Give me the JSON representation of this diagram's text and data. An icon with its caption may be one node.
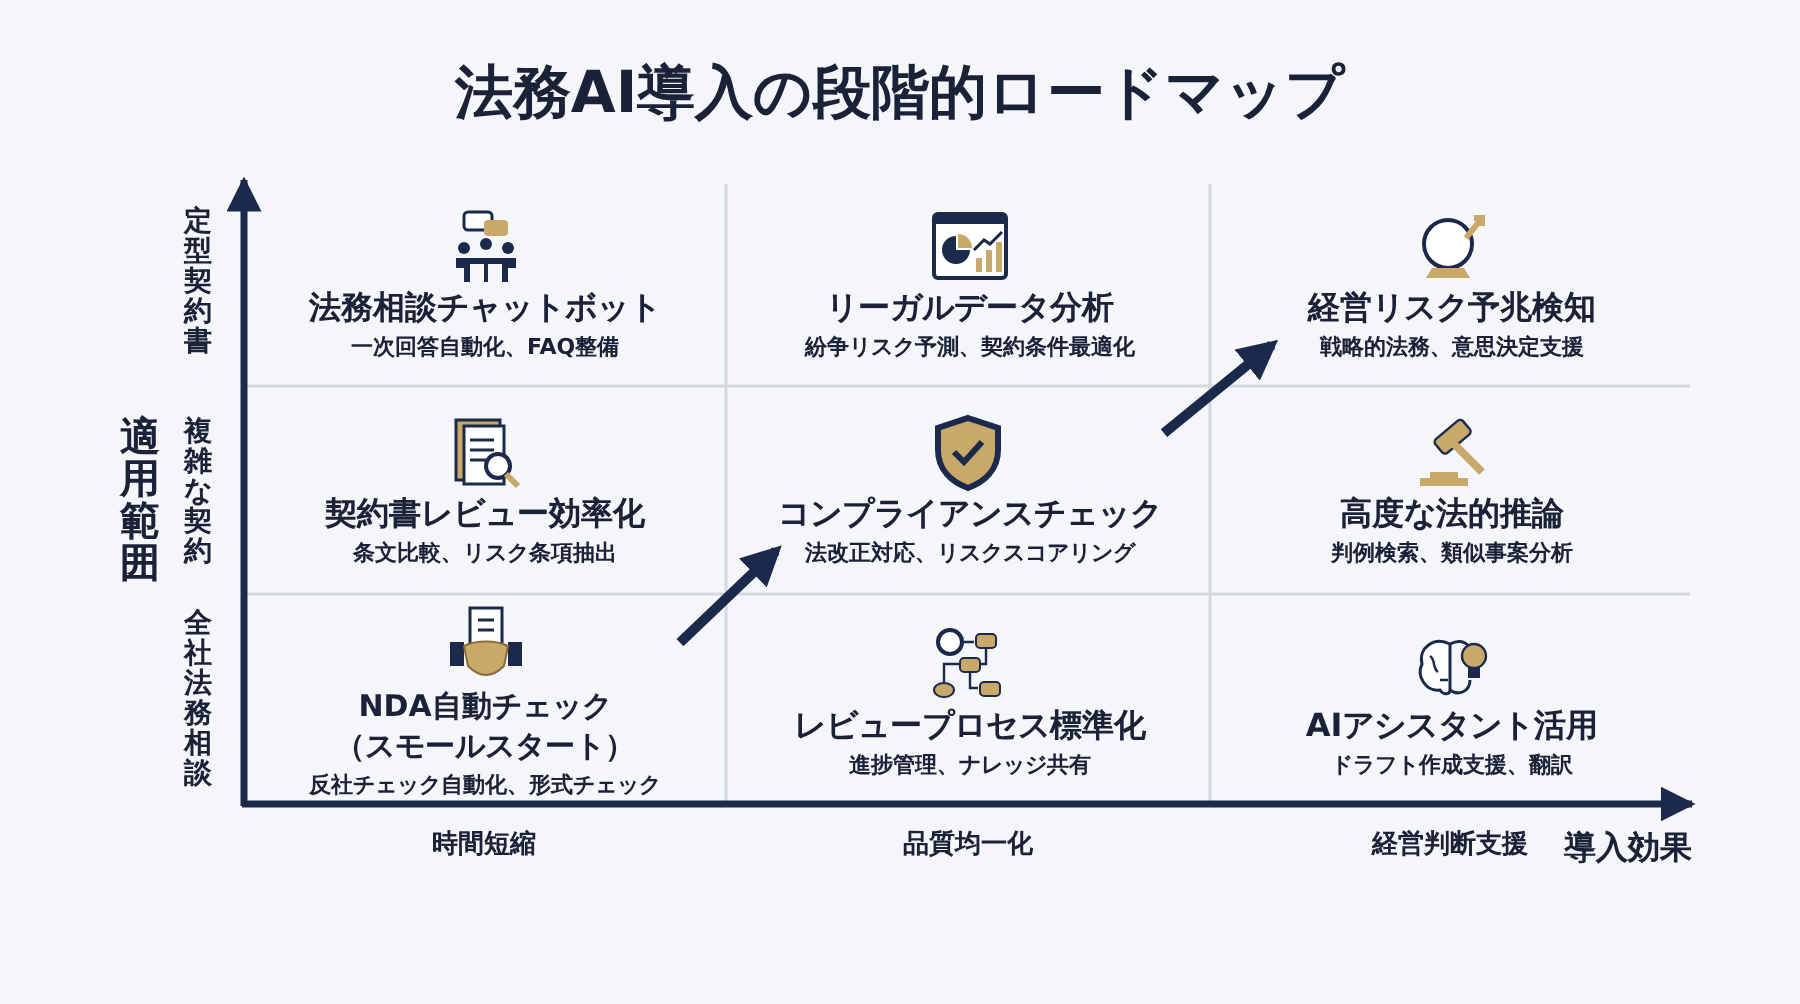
{
  "diagram": {
    "title": "法務AI導入の段階的ロードマップ",
    "nodes": [
      {
        "text": [
          "法務相談チャットボット",
          "一次回答自動化、FAQ整備"
        ]
      },
      {
        "text": [
          "リーガルデータ分析",
          "紛争リスク予測、契約条件最適化"
        ]
      },
      {
        "text": [
          "経営リスク予兆検知",
          "戦略的法務、意思決定支援"
        ]
      },
      {
        "text": [
          "契約書レビュー効率化",
          "条文比較、リスク条項抽出"
        ]
      },
      {
        "text": [
          "コンプライアンスチェック",
          "法改正対応、リスクスコアリング"
        ]
      },
      {
        "text": [
          "高度な法的推論",
          "判例検索、類似事案分析"
        ]
      },
      {
        "text": [
          "NDA自動チェック（スモールスタート）",
          "反社チェック自動化、形式チェック"
        ]
      },
      {
        "text": [
          "レビュープロセス標準化",
          "進捗管理、ナレッジ共有"
        ]
      },
      {
        "text": [
          "AIアシスタント活用",
          "ドラフト作成支援、翻訳"
        ]
      }
    ],
    "edges": [
      {
        "from": 6,
        "to": 4,
        "arrow": "to"
      },
      {
        "from": 4,
        "to": 2,
        "arrow": "to"
      }
    ],
    "labels": [
      "定型契約書",
      "適用範囲",
      "複雑な契約",
      "全社法務相談",
      "時間短縮",
      "品質均一化",
      "経営判断支援",
      "導入効果"
    ]
  }
}
